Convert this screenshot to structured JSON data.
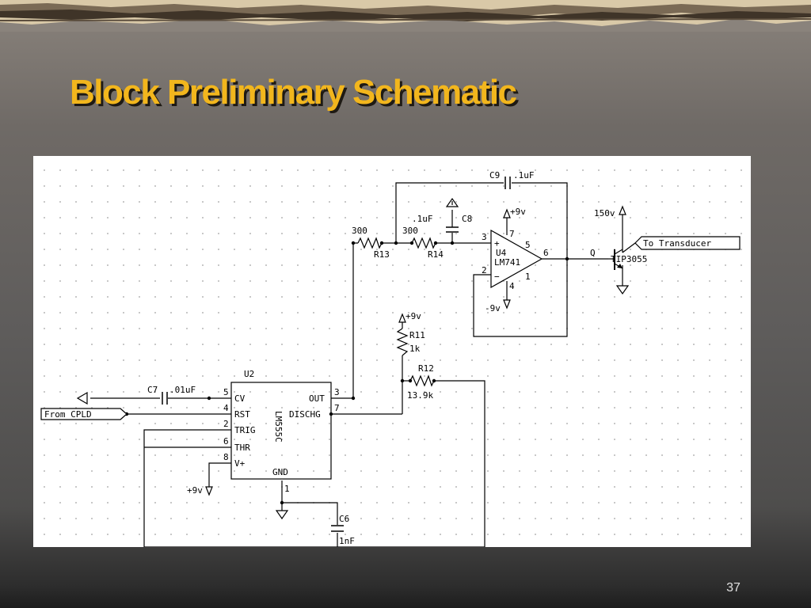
{
  "slide": {
    "title": "Block Preliminary Schematic",
    "page_number": "37",
    "colors": {
      "title": "#f2b61d",
      "title_shadow": "#1e1a14",
      "schematic_bg": "#ffffff",
      "wire": "#000000"
    }
  },
  "schematic": {
    "timer": {
      "ref": "U2",
      "part": "LM555C",
      "pins": {
        "cv": {
          "num": "5",
          "label": "CV"
        },
        "rst": {
          "num": "4",
          "label": "RST"
        },
        "trig": {
          "num": "2",
          "label": "TRIG"
        },
        "thr": {
          "num": "6",
          "label": "THR"
        },
        "vplus": {
          "num": "8",
          "label": "V+"
        },
        "gnd": {
          "num": "1",
          "label": "GND"
        },
        "out": {
          "num": "3",
          "label": "OUT"
        },
        "dischg": {
          "num": "7",
          "label": "DISCHG"
        }
      }
    },
    "opamp": {
      "ref": "U4",
      "part": "LM741",
      "plus": "+",
      "minus": "−",
      "pins": {
        "noninv": "3",
        "inv": "2",
        "out": "6",
        "vpos": "7",
        "vneg": "4",
        "null1": "1",
        "null2": "5"
      }
    },
    "transistor": {
      "ref": "Q",
      "part": "TIP3055",
      "collector_supply": "150v"
    },
    "resistors": {
      "r11": {
        "ref": "R11",
        "value": "1k"
      },
      "r12": {
        "ref": "R12",
        "value": "13.9k"
      },
      "r13": {
        "ref": "R13",
        "value": "300"
      },
      "r14": {
        "ref": "R14",
        "value": "300"
      }
    },
    "capacitors": {
      "c6": {
        "ref": "C6",
        "value": "1nF"
      },
      "c7": {
        "ref": "C7",
        "value": ".01uF"
      },
      "c8": {
        "ref": "C8",
        "value": ".1uF"
      },
      "c9": {
        "ref": "C9",
        "value": ".1uF"
      }
    },
    "supplies": {
      "plus9_top": "+9v",
      "plus9_r11": "+9v",
      "plus9_u2": "+9v",
      "minus9": "-9v"
    },
    "ports": {
      "input": "From CPLD",
      "output": "To Transducer"
    }
  }
}
